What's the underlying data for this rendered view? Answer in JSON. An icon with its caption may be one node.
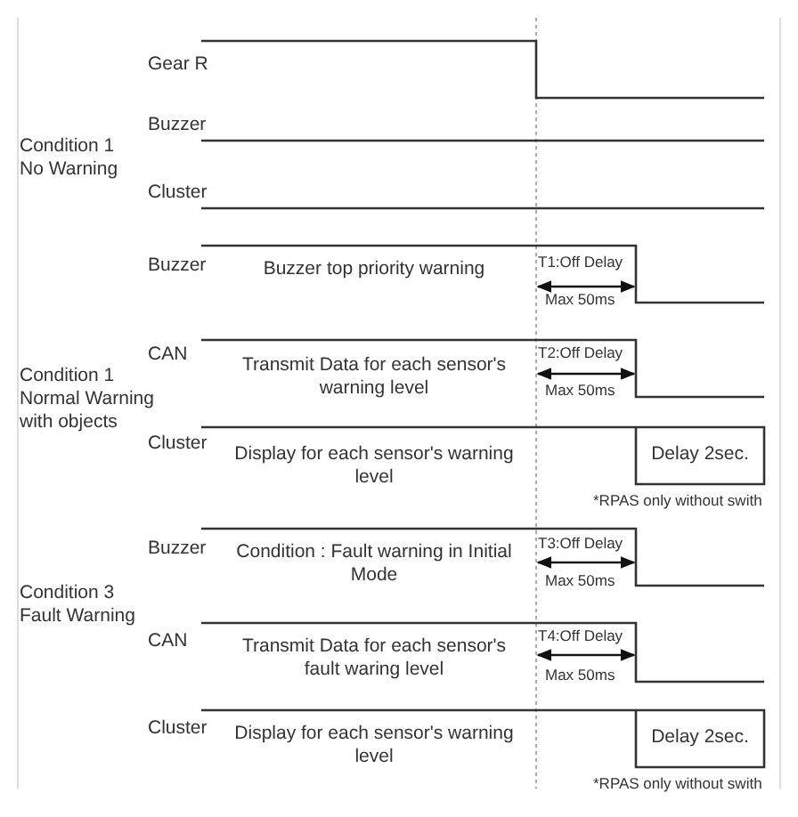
{
  "diagram": {
    "labels": [
      "Gear R",
      "Condition 1 No Warning",
      "Buzzer",
      "Cluster",
      "Buzzer",
      "Buzzer top priority warning",
      "T1:Off Delay",
      "Max 50ms",
      "Condition 1 Normal Warning with objects",
      "CAN",
      "Transmit Data for each sensor's warning level",
      "T2:Off Delay",
      "Max 50ms",
      "Cluster",
      "Display for each sensor's warning level",
      "Delay 2sec.",
      "*RPAS only without swith",
      "Buzzer",
      "Condition : Fault warning in Initial Mode",
      "T3:Off Delay",
      "Max 50ms",
      "Condition 3 Fault Warning",
      "CAN",
      "Transmit Data for each sensor's fault waring level",
      "T4:Off Delay",
      "Max 50ms",
      "Cluster",
      "Display for each sensor's warning level",
      "Delay 2sec.",
      "*RPAS only without swith"
    ]
  }
}
